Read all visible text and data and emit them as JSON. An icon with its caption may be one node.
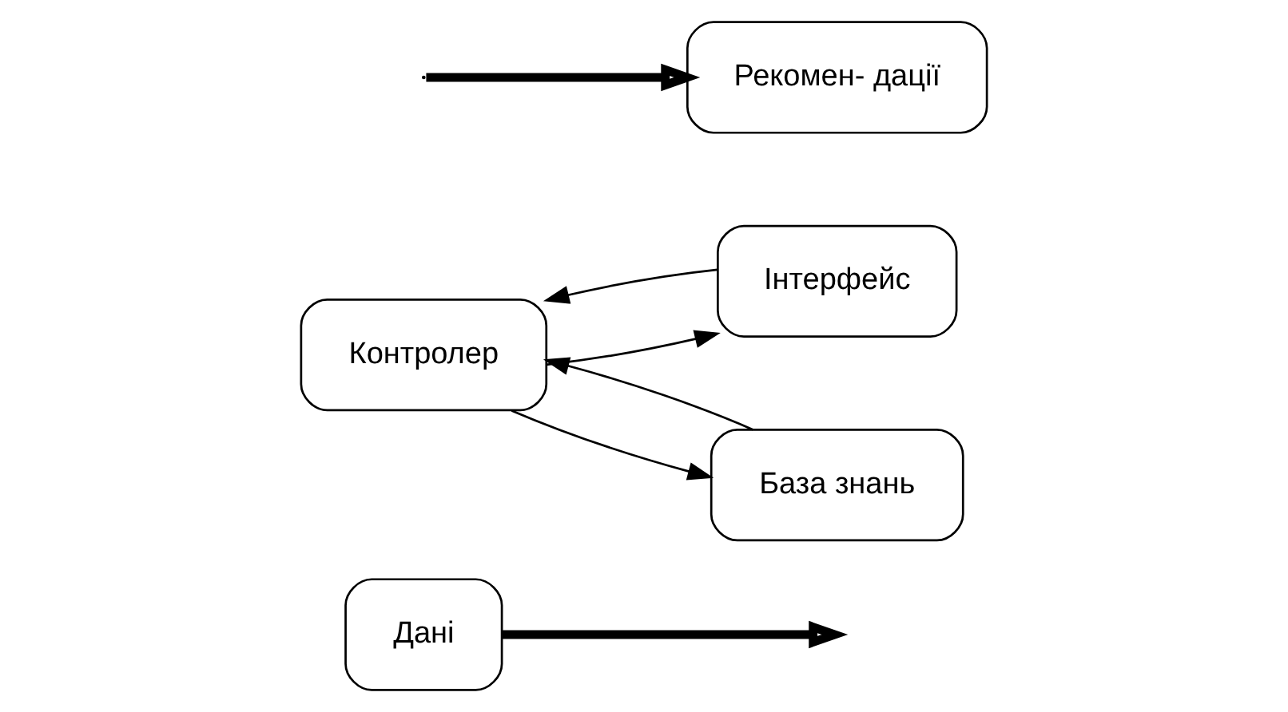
{
  "diagram": {
    "nodes": [
      {
        "text": [
          "Дані"
        ]
      },
      {
        "text": [
          "Контролер"
        ]
      },
      {
        "text": [
          "Інтерфейс"
        ]
      },
      {
        "text": [
          "Рекомен- дації"
        ]
      },
      {
        "text": [
          "База знань"
        ]
      }
    ],
    "edges": [
      {
        "from": 0,
        "to": null,
        "arrow": "to",
        "style": "thick"
      },
      {
        "from": 2,
        "to": 1,
        "arrow": "to"
      },
      {
        "from": 1,
        "to": 2,
        "arrow": "to"
      },
      {
        "from": 1,
        "to": 4,
        "arrow": "to"
      },
      {
        "from": 4,
        "to": 1,
        "arrow": "to"
      },
      {
        "from": null,
        "to": 3,
        "arrow": "to",
        "style": "thick"
      }
    ]
  }
}
